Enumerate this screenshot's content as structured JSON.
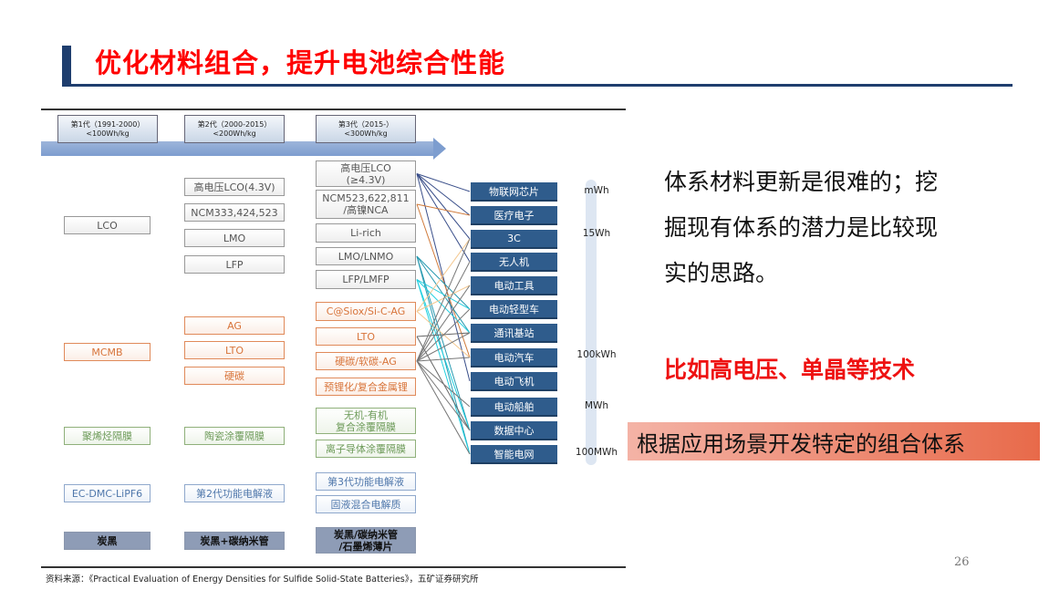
{
  "title": "优化材料组合，提升电池综合性能",
  "generations": [
    {
      "line1": "第1代（1991-2000）",
      "line2": "<100Wh/kg"
    },
    {
      "line1": "第2代（2000-2015）",
      "line2": "<200Wh/kg"
    },
    {
      "line1": "第3代（2015-）",
      "line2": "<300Wh/kg"
    }
  ],
  "col1": [
    "LCO",
    "MCMB",
    "聚烯烃隔膜",
    "EC-DMC-LiPF6",
    "炭黑"
  ],
  "col2": [
    "高电压LCO(4.3V)",
    "NCM333,424,523",
    "LMO",
    "LFP",
    "AG",
    "LTO",
    "硬碳",
    "陶瓷涂覆隔膜",
    "第2代功能电解液",
    "炭黑+碳纳米管"
  ],
  "col3": [
    "高电压LCO\n(≥4.3V)",
    "NCM523,622,811\n/高镍NCA",
    "Li-rich",
    "LMO/LNMO",
    "LFP/LMFP",
    "C@Siox/Si-C-AG",
    "LTO",
    "硬碳/软碳-AG",
    "预锂化/复合金属锂",
    "无机-有机\n复合涂覆隔膜",
    "离子导体涂覆隔膜",
    "第3代功能电解液",
    "固液混合电解质",
    "炭黑/碳纳米管\n/石墨烯薄片"
  ],
  "applications": [
    "物联网芯片",
    "医疗电子",
    "3C",
    "无人机",
    "电动工具",
    "电动轻型车",
    "通讯基站",
    "电动汽车",
    "电动飞机",
    "电动船舶",
    "数据中心",
    "智能电网"
  ],
  "energy_scale": [
    "mWh",
    "15Wh",
    "100kWh",
    "MWh",
    "100MWh"
  ],
  "links": [
    {
      "from": 0,
      "to": [
        0,
        1,
        2,
        3,
        8
      ],
      "color": "#3a4f8a"
    },
    {
      "from": 1,
      "to": [
        1,
        7
      ],
      "color": "#d07a3a"
    },
    {
      "from": 3,
      "to": [
        5,
        6,
        10,
        11
      ],
      "color": "#2a9ab0"
    },
    {
      "from": 4,
      "to": [
        5,
        6,
        10,
        11
      ],
      "color": "#22d0e0"
    },
    {
      "from": 5,
      "to": [
        2,
        4,
        7
      ],
      "color": "#f4c890"
    },
    {
      "from": 6,
      "to": [
        6,
        10
      ],
      "color": "#666666"
    },
    {
      "from": 7,
      "to": [
        2,
        3,
        4,
        5,
        6,
        7,
        9,
        10,
        11
      ],
      "color": "#777777"
    }
  ],
  "right_text": [
    "体系材料更新是很难的；挖",
    "掘现有体系的潜力是比较现",
    "实的思路。"
  ],
  "highlight": "比如高电压、单晶等技术",
  "combo": "根据应用场景开发特定的组合体系",
  "source": "资料来源：《Practical Evaluation of Energy Densities for Sulfide Solid-State Batteries》，五矿证券研究所",
  "page_number": "26"
}
